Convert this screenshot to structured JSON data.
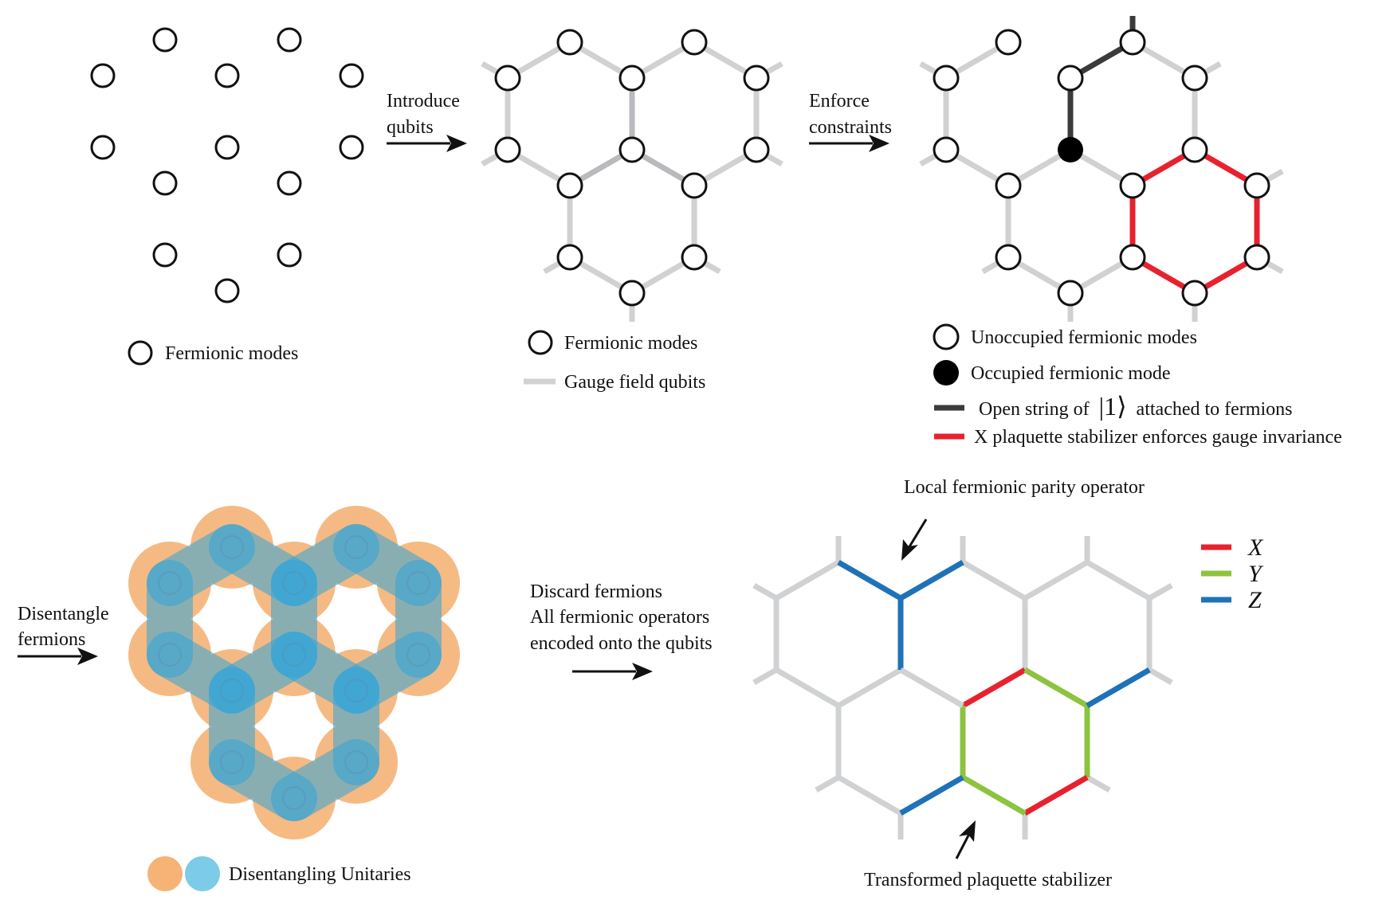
{
  "panel1": {
    "legend_modes": "Fermionic modes"
  },
  "arrow1": {
    "line1": "Introduce",
    "line2": "qubits"
  },
  "panel2": {
    "legend_modes": "Fermionic modes",
    "legend_gauge": "Gauge field qubits"
  },
  "arrow2": {
    "line1": "Enforce",
    "line2": "constraints"
  },
  "panel3": {
    "legend_unoccupied": "Unoccupied fermionic modes",
    "legend_occupied": "Occupied fermionic mode",
    "legend_string_pre": "Open string of",
    "legend_string_ket": "|1⟩",
    "legend_string_post": "attached to fermions",
    "legend_plaquette": "X plaquette stabilizer enforces gauge invariance"
  },
  "arrow3": {
    "line1": "Disentangle",
    "line2": "fermions"
  },
  "panel4": {
    "legend_unitaries": "Disentangling Unitaries"
  },
  "arrow4": {
    "line1": "Discard fermions",
    "line2": "All fermionic operators",
    "line3": "encoded onto the qubits"
  },
  "panel5": {
    "annotation_top": "Local fermionic parity operator",
    "annotation_bottom": "Transformed plaquette stabilizer",
    "legend": [
      {
        "label": "X",
        "color": "#e8212e"
      },
      {
        "label": "Y",
        "color": "#8cc43f"
      },
      {
        "label": "Z",
        "color": "#1f72b8"
      }
    ]
  },
  "colors": {
    "gauge_gray": "#d0d1d3",
    "string_dark": "#3b3b3b",
    "red": "#e8212e",
    "green": "#8cc43f",
    "blue": "#1f72b8",
    "orange": "#f5b376",
    "cyan": "#2fa4d9"
  }
}
